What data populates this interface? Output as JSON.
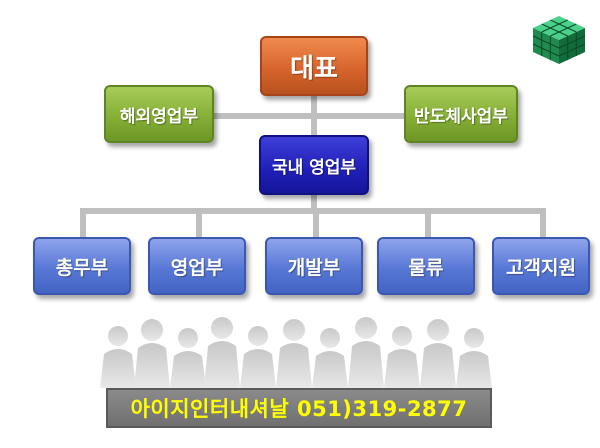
{
  "org": {
    "ceo": "대표",
    "overseas_sales": "해외영업부",
    "semiconductor_sales": "반도체사업부",
    "domestic_sales": "국내 영업부",
    "departments": [
      "총무부",
      "영업부",
      "개발부",
      "물류",
      "고객지원"
    ]
  },
  "contact": {
    "text": "아이지인터내셔날 051)319-2877"
  },
  "colors": {
    "ceo": "#d4622a",
    "division": "#82ac33",
    "domestic": "#1f1fb8",
    "department": "#5878d6",
    "connector": "#bfbfbf",
    "contact_text": "#ffff00",
    "contact_bg": "#707070"
  },
  "icons": {
    "logo": "green-cube-icon",
    "people": "crowd-silhouette-icon"
  }
}
